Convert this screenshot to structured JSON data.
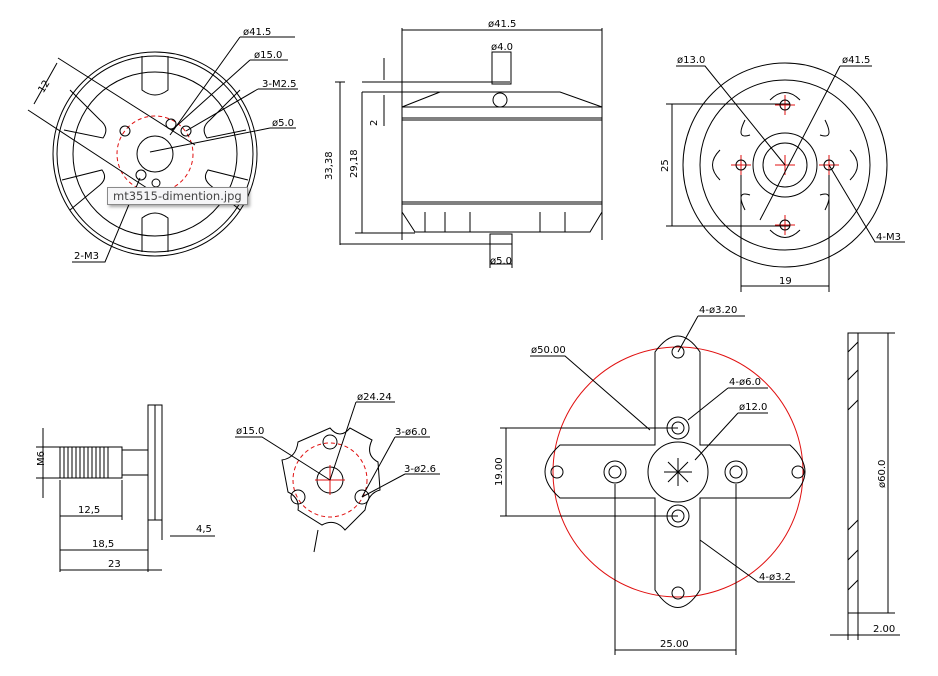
{
  "tooltip": "mt3515-dimention.jpg",
  "views": {
    "rotor_top": {
      "d_outer": "ø41.5",
      "d_bolt": "ø15.0",
      "holes_a": "3-M2.5",
      "d_shaft": "ø5.0",
      "spacing": "12",
      "holes_b": "2-M3"
    },
    "side": {
      "d_outer": "ø41.5",
      "d_shaft_top": "ø4.0",
      "step": "2",
      "h_total": "33,38",
      "h_body": "29,18",
      "d_shaft_bottom": "ø5.0"
    },
    "base": {
      "d_center": "ø13.0",
      "d_outer": "ø41.5",
      "spacing_v": "25",
      "holes": "4-M3",
      "spacing_h": "19"
    },
    "shaft": {
      "thread": "M6",
      "len_thread": "12,5",
      "len_a": "18,5",
      "len_total": "23",
      "flange": "4,5"
    },
    "prop_adapter": {
      "d_outer": "ø24.24",
      "d_bolt": "ø15.0",
      "holes_large": "3-ø6.0",
      "holes_small": "3-ø2.6"
    },
    "cross_mount": {
      "holes_tip": "4-ø3.20",
      "d_circle": "ø50.00",
      "holes_mid": "4-ø6.0",
      "d_center": "ø12.0",
      "spacing_v": "19.00",
      "holes_inner": "4-ø3.2",
      "spacing_h": "25.00",
      "d_total": "ø60.0",
      "thickness": "2.00"
    }
  }
}
